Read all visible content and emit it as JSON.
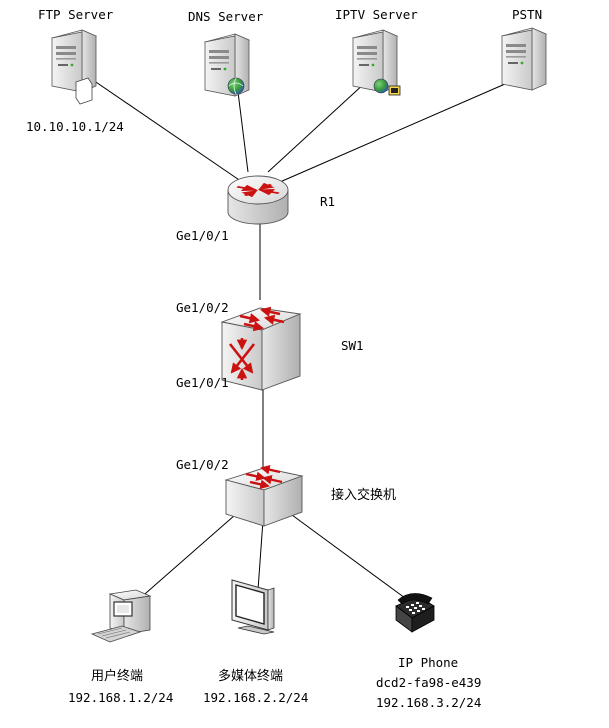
{
  "nodes": {
    "ftp": {
      "name": "FTP Server",
      "ip": "10.10.10.1/24"
    },
    "dns": {
      "name": "DNS Server"
    },
    "iptv": {
      "name": "IPTV Server"
    },
    "pstn": {
      "name": "PSTN"
    },
    "r1": {
      "name": "R1",
      "port_down": "Ge1/0/1"
    },
    "sw1": {
      "name": "SW1",
      "port_up": "Ge1/0/2",
      "port_down": "Ge1/0/1"
    },
    "access": {
      "name": "接入交换机",
      "port_up": "Ge1/0/2"
    },
    "pc": {
      "name": "用户终端",
      "ip": "192.168.1.2/24"
    },
    "mm": {
      "name": "多媒体终端",
      "ip": "192.168.2.2/24"
    },
    "phone": {
      "name": "IP Phone",
      "mac": "dcd2-fa98-e439",
      "ip": "192.168.3.2/24"
    }
  },
  "colors": {
    "arrow_red": "#cc1111",
    "device_gray": "#d8d8d8",
    "globe_green": "#3a9a3a",
    "globe_blue": "#3a6fd0"
  },
  "icons": [
    "server-icon",
    "router-icon",
    "switch-icon",
    "pc-icon",
    "monitor-icon",
    "phone-icon"
  ]
}
